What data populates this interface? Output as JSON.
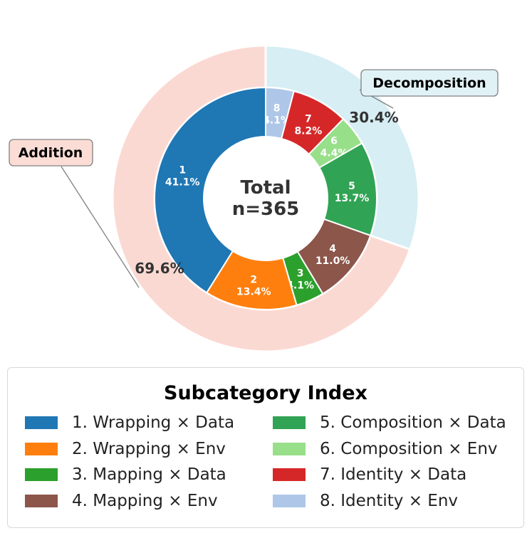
{
  "chart_data": {
    "type": "pie",
    "center_label": {
      "line1": "Total",
      "line2": "n=365"
    },
    "outer_ring": [
      {
        "name": "Decomposition",
        "value": 30.4,
        "label": "30.4%",
        "color": "#d6eef4",
        "callout_color": "#e1f2f6"
      },
      {
        "name": "Addition",
        "value": 69.6,
        "label": "69.6%",
        "color": "#fbd9d3",
        "callout_color": "#fbddd6"
      }
    ],
    "inner_ring": [
      {
        "index": "8",
        "value": 4.1,
        "label": "4.1%",
        "color": "#aec7e8"
      },
      {
        "index": "7",
        "value": 8.2,
        "label": "8.2%",
        "color": "#d62728"
      },
      {
        "index": "6",
        "value": 4.4,
        "label": "4.4%",
        "color": "#98df8a"
      },
      {
        "index": "5",
        "value": 13.7,
        "label": "13.7%",
        "color": "#31a354"
      },
      {
        "index": "4",
        "value": 11.0,
        "label": "11.0%",
        "color": "#8c564b"
      },
      {
        "index": "3",
        "value": 4.1,
        "label": "4.1%",
        "color": "#2ca02c"
      },
      {
        "index": "2",
        "value": 13.4,
        "label": "13.4%",
        "color": "#ff7f0e"
      },
      {
        "index": "1",
        "value": 41.1,
        "label": "41.1%",
        "color": "#1f77b4"
      }
    ]
  },
  "legend": {
    "title": "Subcategory Index",
    "items": [
      {
        "label": "1. Wrapping × Data",
        "color": "#1f77b4"
      },
      {
        "label": "2. Wrapping × Env",
        "color": "#ff7f0e"
      },
      {
        "label": "3. Mapping × Data",
        "color": "#2ca02c"
      },
      {
        "label": "4. Mapping × Env",
        "color": "#8c564b"
      },
      {
        "label": "5. Composition × Data",
        "color": "#31a354"
      },
      {
        "label": "6. Composition × Env",
        "color": "#98df8a"
      },
      {
        "label": "7. Identity × Data",
        "color": "#d62728"
      },
      {
        "label": "8. Identity × Env",
        "color": "#aec7e8"
      }
    ]
  }
}
